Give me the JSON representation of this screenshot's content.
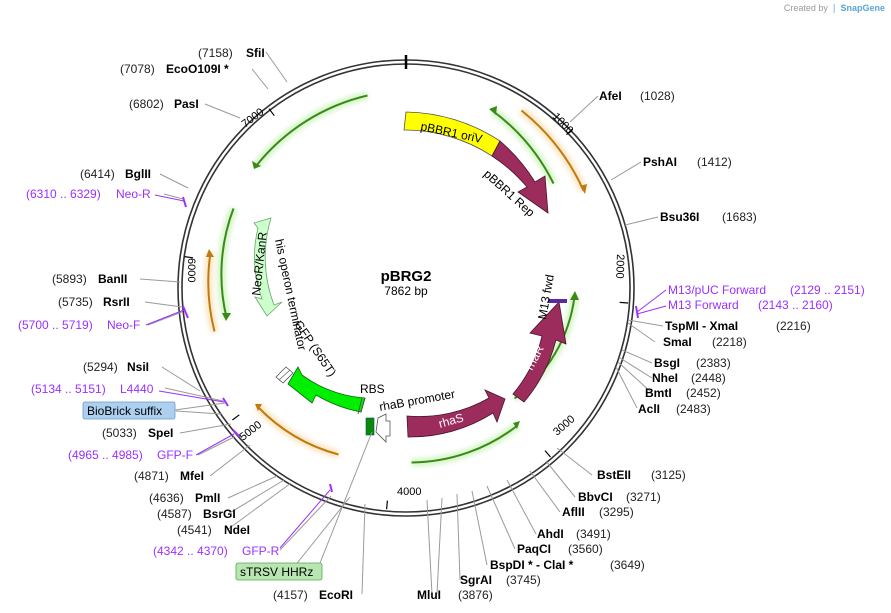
{
  "credit": {
    "prefix": "Created by",
    "brand": "SnapGene"
  },
  "plasmid": {
    "name": "pBRG2",
    "length_label": "7862 bp",
    "length": 7862
  },
  "ticks": [
    "1000",
    "2000",
    "3000",
    "4000",
    "5000",
    "6000",
    "7000"
  ],
  "features": {
    "pbbr1_oriv": "pBBR1 oriV",
    "pbbr1_rep": "pBBR1 Rep",
    "m13_fwd": "M13 fwd",
    "rhar": "rhaR",
    "rhas": "rhaS",
    "rhab_promoter": "rhaB promoter",
    "rbs": "RBS",
    "gfp": "GFP (S65T)",
    "his_terminator": "his operon terminator",
    "neor": "NeoR/KanR"
  },
  "sites": [
    {
      "num": "(7158)",
      "name": "SfiI"
    },
    {
      "num": "(7078)",
      "name": "EcoO109I *"
    },
    {
      "num": "(6802)",
      "name": "PasI"
    },
    {
      "num": "(6414)",
      "name": "BglII"
    },
    {
      "num": "(5893)",
      "name": "BanII"
    },
    {
      "num": "(5735)",
      "name": "RsrII"
    },
    {
      "num": "(5294)",
      "name": "NsiI"
    },
    {
      "num": "(5033)",
      "name": "SpeI"
    },
    {
      "num": "(4871)",
      "name": "MfeI"
    },
    {
      "num": "(4636)",
      "name": "PmlI"
    },
    {
      "num": "(4587)",
      "name": "BsrGI"
    },
    {
      "num": "(4541)",
      "name": "NdeI"
    },
    {
      "num": "(4157)",
      "name": "EcoRI"
    },
    {
      "num": "(3876)",
      "name": "MluI"
    },
    {
      "num": "(3745)",
      "name": "SgrAI"
    },
    {
      "num": "(3649)",
      "name": "BspDI * - ClaI *"
    },
    {
      "num": "(3560)",
      "name": "PaqCI"
    },
    {
      "num": "(3491)",
      "name": "AhdI"
    },
    {
      "num": "(3295)",
      "name": "AflII"
    },
    {
      "num": "(3271)",
      "name": "BbvCI"
    },
    {
      "num": "(3125)",
      "name": "BstEII"
    },
    {
      "num": "(2483)",
      "name": "AclI"
    },
    {
      "num": "(2452)",
      "name": "BmtI"
    },
    {
      "num": "(2448)",
      "name": "NheI"
    },
    {
      "num": "(2383)",
      "name": "BsgI"
    },
    {
      "num": "(2218)",
      "name": "SmaI"
    },
    {
      "num": "(2216)",
      "name": "TspMI - XmaI"
    },
    {
      "num": "(1683)",
      "name": "Bsu36I"
    },
    {
      "num": "(1412)",
      "name": "PshAI"
    },
    {
      "num": "(1028)",
      "name": "AfeI"
    }
  ],
  "primers": [
    {
      "range": "(6310 .. 6329)",
      "name": "Neo-R"
    },
    {
      "range": "(5700 .. 5719)",
      "name": "Neo-F"
    },
    {
      "range": "(5134 .. 5151)",
      "name": "L4440"
    },
    {
      "range": "(4965 .. 4985)",
      "name": "GFP-F"
    },
    {
      "range": "(4342 .. 4370)",
      "name": "GFP-R"
    },
    {
      "range": "(2129 .. 2151)",
      "name": "M13/pUC Forward"
    },
    {
      "range": "(2143 .. 2160)",
      "name": "M13 Forward"
    }
  ],
  "boxes": {
    "biobrick_suffix": "BioBrick suffix",
    "strsv_hhrz": "sTRSV HHRz"
  },
  "colors": {
    "backbone": "#333333",
    "oriv": "#ffff00",
    "rep": "#9b2c5c",
    "gfp": "#00ee00",
    "neor": "#ccffcc",
    "primer": "#9b30ff",
    "primer_bar": "#5b2a9e",
    "orf_green": "#3a8a1a",
    "orf_orange": "#c07a10",
    "biobrick_box": "#aed0f0",
    "strsv_box": "#b8e6b0"
  }
}
